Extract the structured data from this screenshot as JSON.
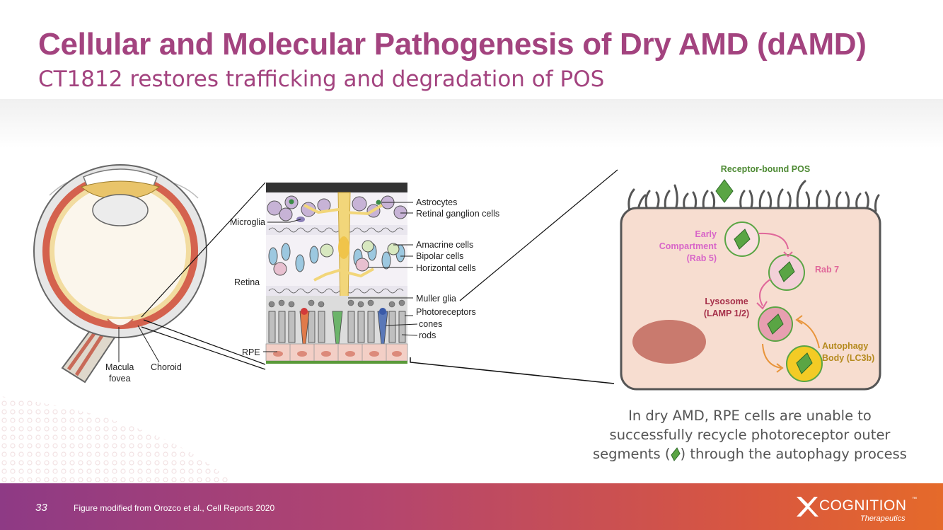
{
  "slide": {
    "title": "Cellular and Molecular Pathogenesis of Dry AMD (dAMD)",
    "subtitle": "CT1812 restores trafficking and degradation of POS",
    "page_number": "33",
    "citation": "Figure modified from Orozco et al., Cell Reports 2020"
  },
  "eye": {
    "macula": "Macula",
    "fovea": "fovea",
    "choroid": "Choroid"
  },
  "retina": {
    "astrocytes": "Astrocytes",
    "ganglion": "Retinal ganglion cells",
    "microglia": "Microglia",
    "amacrine": "Amacrine cells",
    "bipolar": "Bipolar cells",
    "horizontal": "Horizontal cells",
    "retina": "Retina",
    "muller": "Muller glia",
    "photoreceptors": "Photoreceptors",
    "cones": "cones",
    "rods": "rods",
    "rpe": "RPE"
  },
  "rpe_cell": {
    "receptor_bound": "Receptor-bound POS",
    "early_1": "Early",
    "early_2": "Compartment",
    "early_3": "(Rab 5)",
    "rab7": "Rab 7",
    "lysosome_1": "Lysosome",
    "lysosome_2": "(LAMP 1/2)",
    "autophagy_1": "Autophagy",
    "autophagy_2": "Body (LC3b)"
  },
  "caption": {
    "line1": "In dry AMD, RPE cells are unable to",
    "line2": "successfully recycle photoreceptor outer",
    "line3_a": "segments (",
    "line3_b": ") through the autophagy process"
  },
  "logo": {
    "name": "COGNITION",
    "tm": "™",
    "sub": "Therapeutics"
  },
  "colors": {
    "accent": "#a3437f",
    "pos_green": "#5aa544",
    "early_pink": "#d866c8",
    "rab7_pink": "#e0679a",
    "lysosome_red": "#a6304a",
    "autophagy_gold": "#b58a1e"
  }
}
